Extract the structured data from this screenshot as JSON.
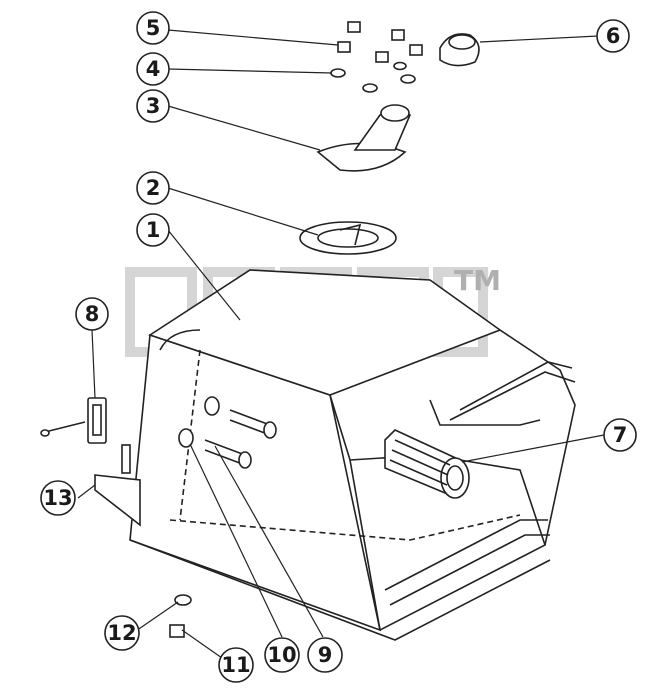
{
  "diagram": {
    "callouts": [
      {
        "id": "1",
        "label": "1"
      },
      {
        "id": "2",
        "label": "2"
      },
      {
        "id": "3",
        "label": "3"
      },
      {
        "id": "4",
        "label": "4"
      },
      {
        "id": "5",
        "label": "5"
      },
      {
        "id": "6",
        "label": "6"
      },
      {
        "id": "7",
        "label": "7"
      },
      {
        "id": "8",
        "label": "8"
      },
      {
        "id": "9",
        "label": "9"
      },
      {
        "id": "10",
        "label": "10"
      },
      {
        "id": "11",
        "label": "11"
      },
      {
        "id": "12",
        "label": "12"
      },
      {
        "id": "13",
        "label": "13"
      }
    ],
    "watermark": {
      "text": "ЭТСП",
      "mark": "TM"
    }
  }
}
